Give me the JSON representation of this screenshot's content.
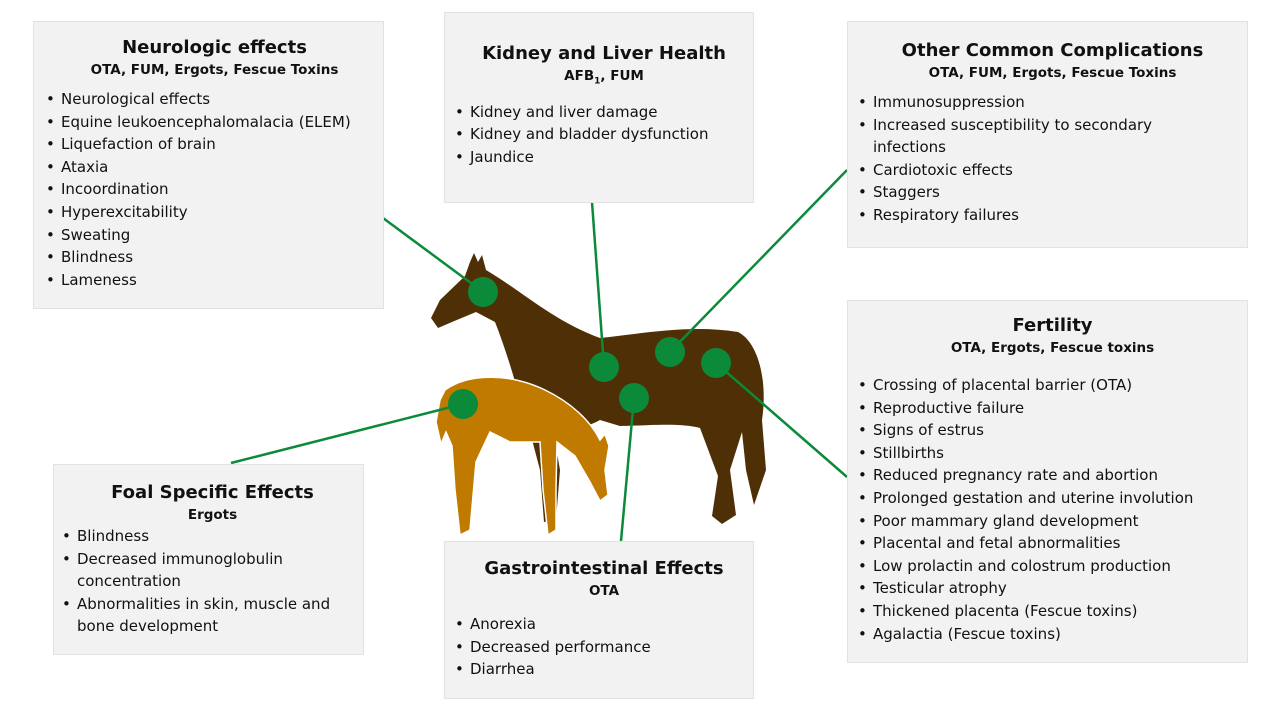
{
  "colors": {
    "box": "#f2f2f2",
    "connector": "#0b8a3a",
    "mare": "#4f2f06",
    "foal": "#c17a00"
  },
  "neurologic": {
    "title": "Neurologic effects",
    "subtitle": "OTA, FUM, Ergots, Fescue Toxins",
    "items": [
      "Neurological effects",
      "Equine leukoencephalomalacia (ELEM)",
      "Liquefaction of brain",
      "Ataxia",
      "Incoordination",
      "Hyperexcitability",
      "Sweating",
      "Blindness",
      "Lameness"
    ]
  },
  "kidney": {
    "title": "Kidney and Liver Health",
    "subtitle_pre": "AFB",
    "subtitle_sub": "1",
    "subtitle_post": ", FUM",
    "items": [
      "Kidney and liver damage",
      "Kidney and bladder dysfunction",
      "Jaundice"
    ]
  },
  "other": {
    "title": "Other Common Complications",
    "subtitle": "OTA, FUM, Ergots, Fescue Toxins",
    "items": [
      "Immunosuppression",
      "Increased susceptibility to secondary infections",
      "Cardiotoxic effects",
      "Staggers",
      "Respiratory failures"
    ]
  },
  "fertility": {
    "title": "Fertility",
    "subtitle": "OTA, Ergots, Fescue toxins",
    "items": [
      "Crossing of placental barrier (OTA)",
      "Reproductive failure",
      "Signs of estrus",
      "Stillbirths",
      "Reduced pregnancy rate and abortion",
      "Prolonged gestation and uterine involution",
      "Poor mammary gland development",
      "Placental and fetal abnormalities",
      "Low prolactin and colostrum production",
      "Testicular atrophy",
      "Thickened placenta (Fescue toxins)",
      "Agalactia (Fescue toxins)"
    ]
  },
  "foal": {
    "title": "Foal Specific Effects",
    "subtitle": "Ergots",
    "items": [
      "Blindness",
      "Decreased immunoglobulin concentration",
      "Abnormalities in skin, muscle and bone development"
    ]
  },
  "gi": {
    "title": "Gastrointestinal Effects",
    "subtitle": "OTA",
    "items": [
      "Anorexia",
      "Decreased performance",
      "Diarrhea"
    ]
  }
}
